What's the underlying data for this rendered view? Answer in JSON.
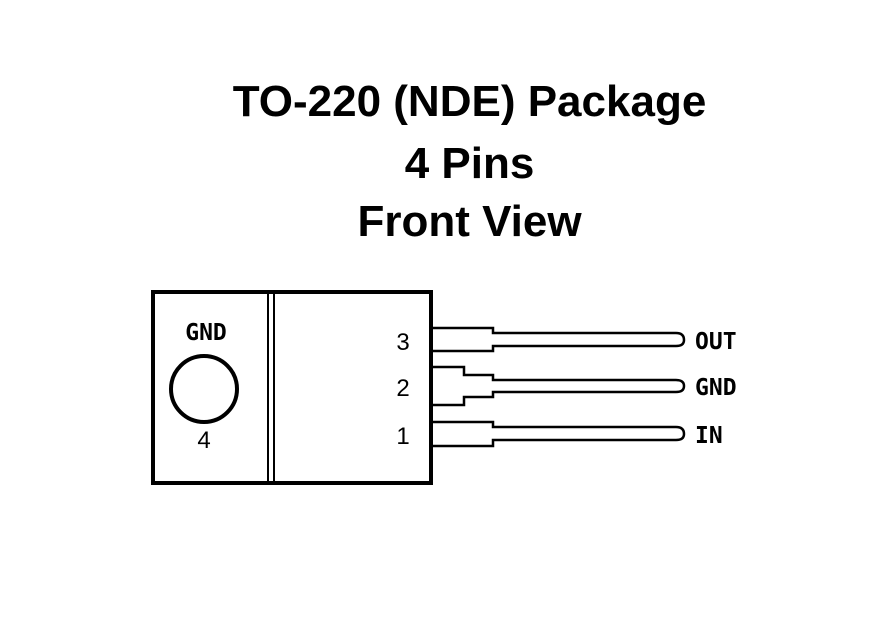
{
  "title": {
    "line1": "TO-220 (NDE) Package",
    "line2": "4 Pins",
    "line3": "Front View"
  },
  "package": {
    "tab_label": "GND",
    "tab_pin_number": "4"
  },
  "pins": [
    {
      "number": "3",
      "signal": "OUT"
    },
    {
      "number": "2",
      "signal": "GND"
    },
    {
      "number": "1",
      "signal": "IN"
    }
  ],
  "colors": {
    "ink": "#000000",
    "background": "#ffffff"
  }
}
